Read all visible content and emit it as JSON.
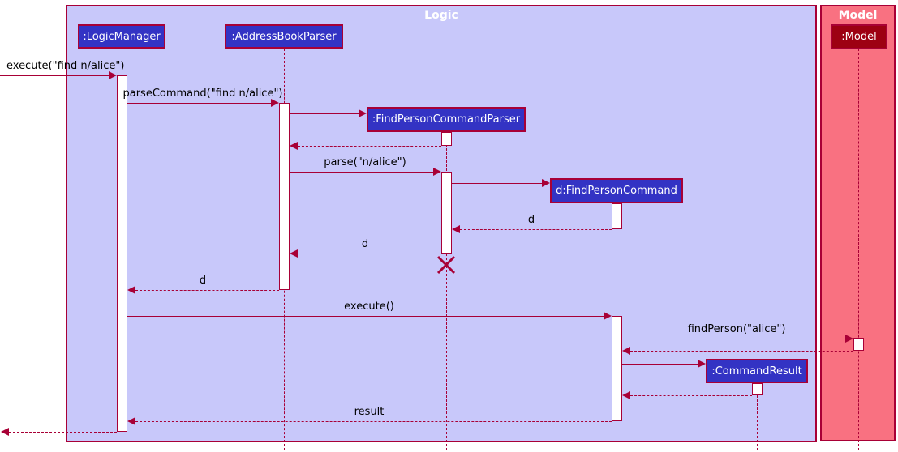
{
  "frames": {
    "logic": {
      "title": "Logic"
    },
    "model": {
      "title": "Model"
    }
  },
  "participants": {
    "logic_manager": ":LogicManager",
    "address_book_parser": ":AddressBookParser",
    "find_person_command_parser": ":FindPersonCommandParser",
    "find_person_command": "d:FindPersonCommand",
    "command_result": ":CommandResult",
    "model": ":Model"
  },
  "messages": {
    "execute_found": "execute(\"find n/alice\")",
    "parse_command": "parseCommand(\"find n/alice\")",
    "parse": "parse(\"n/alice\")",
    "return_d_command_to_parser": "d",
    "return_d_parser_to_abp": "d",
    "return_d_abp_to_logic_manager": "d",
    "execute_cmd": "execute()",
    "find_person": "findPerson(\"alice\")",
    "result": "result"
  },
  "colors": {
    "line": "#A80036",
    "logic_bg": "#C8C8FA",
    "model_bg": "#F97181",
    "logic_fill": "#3333C4",
    "model_fill": "#9D0012",
    "activation_fill": "#FFFFFF",
    "label_text": "#000000"
  }
}
